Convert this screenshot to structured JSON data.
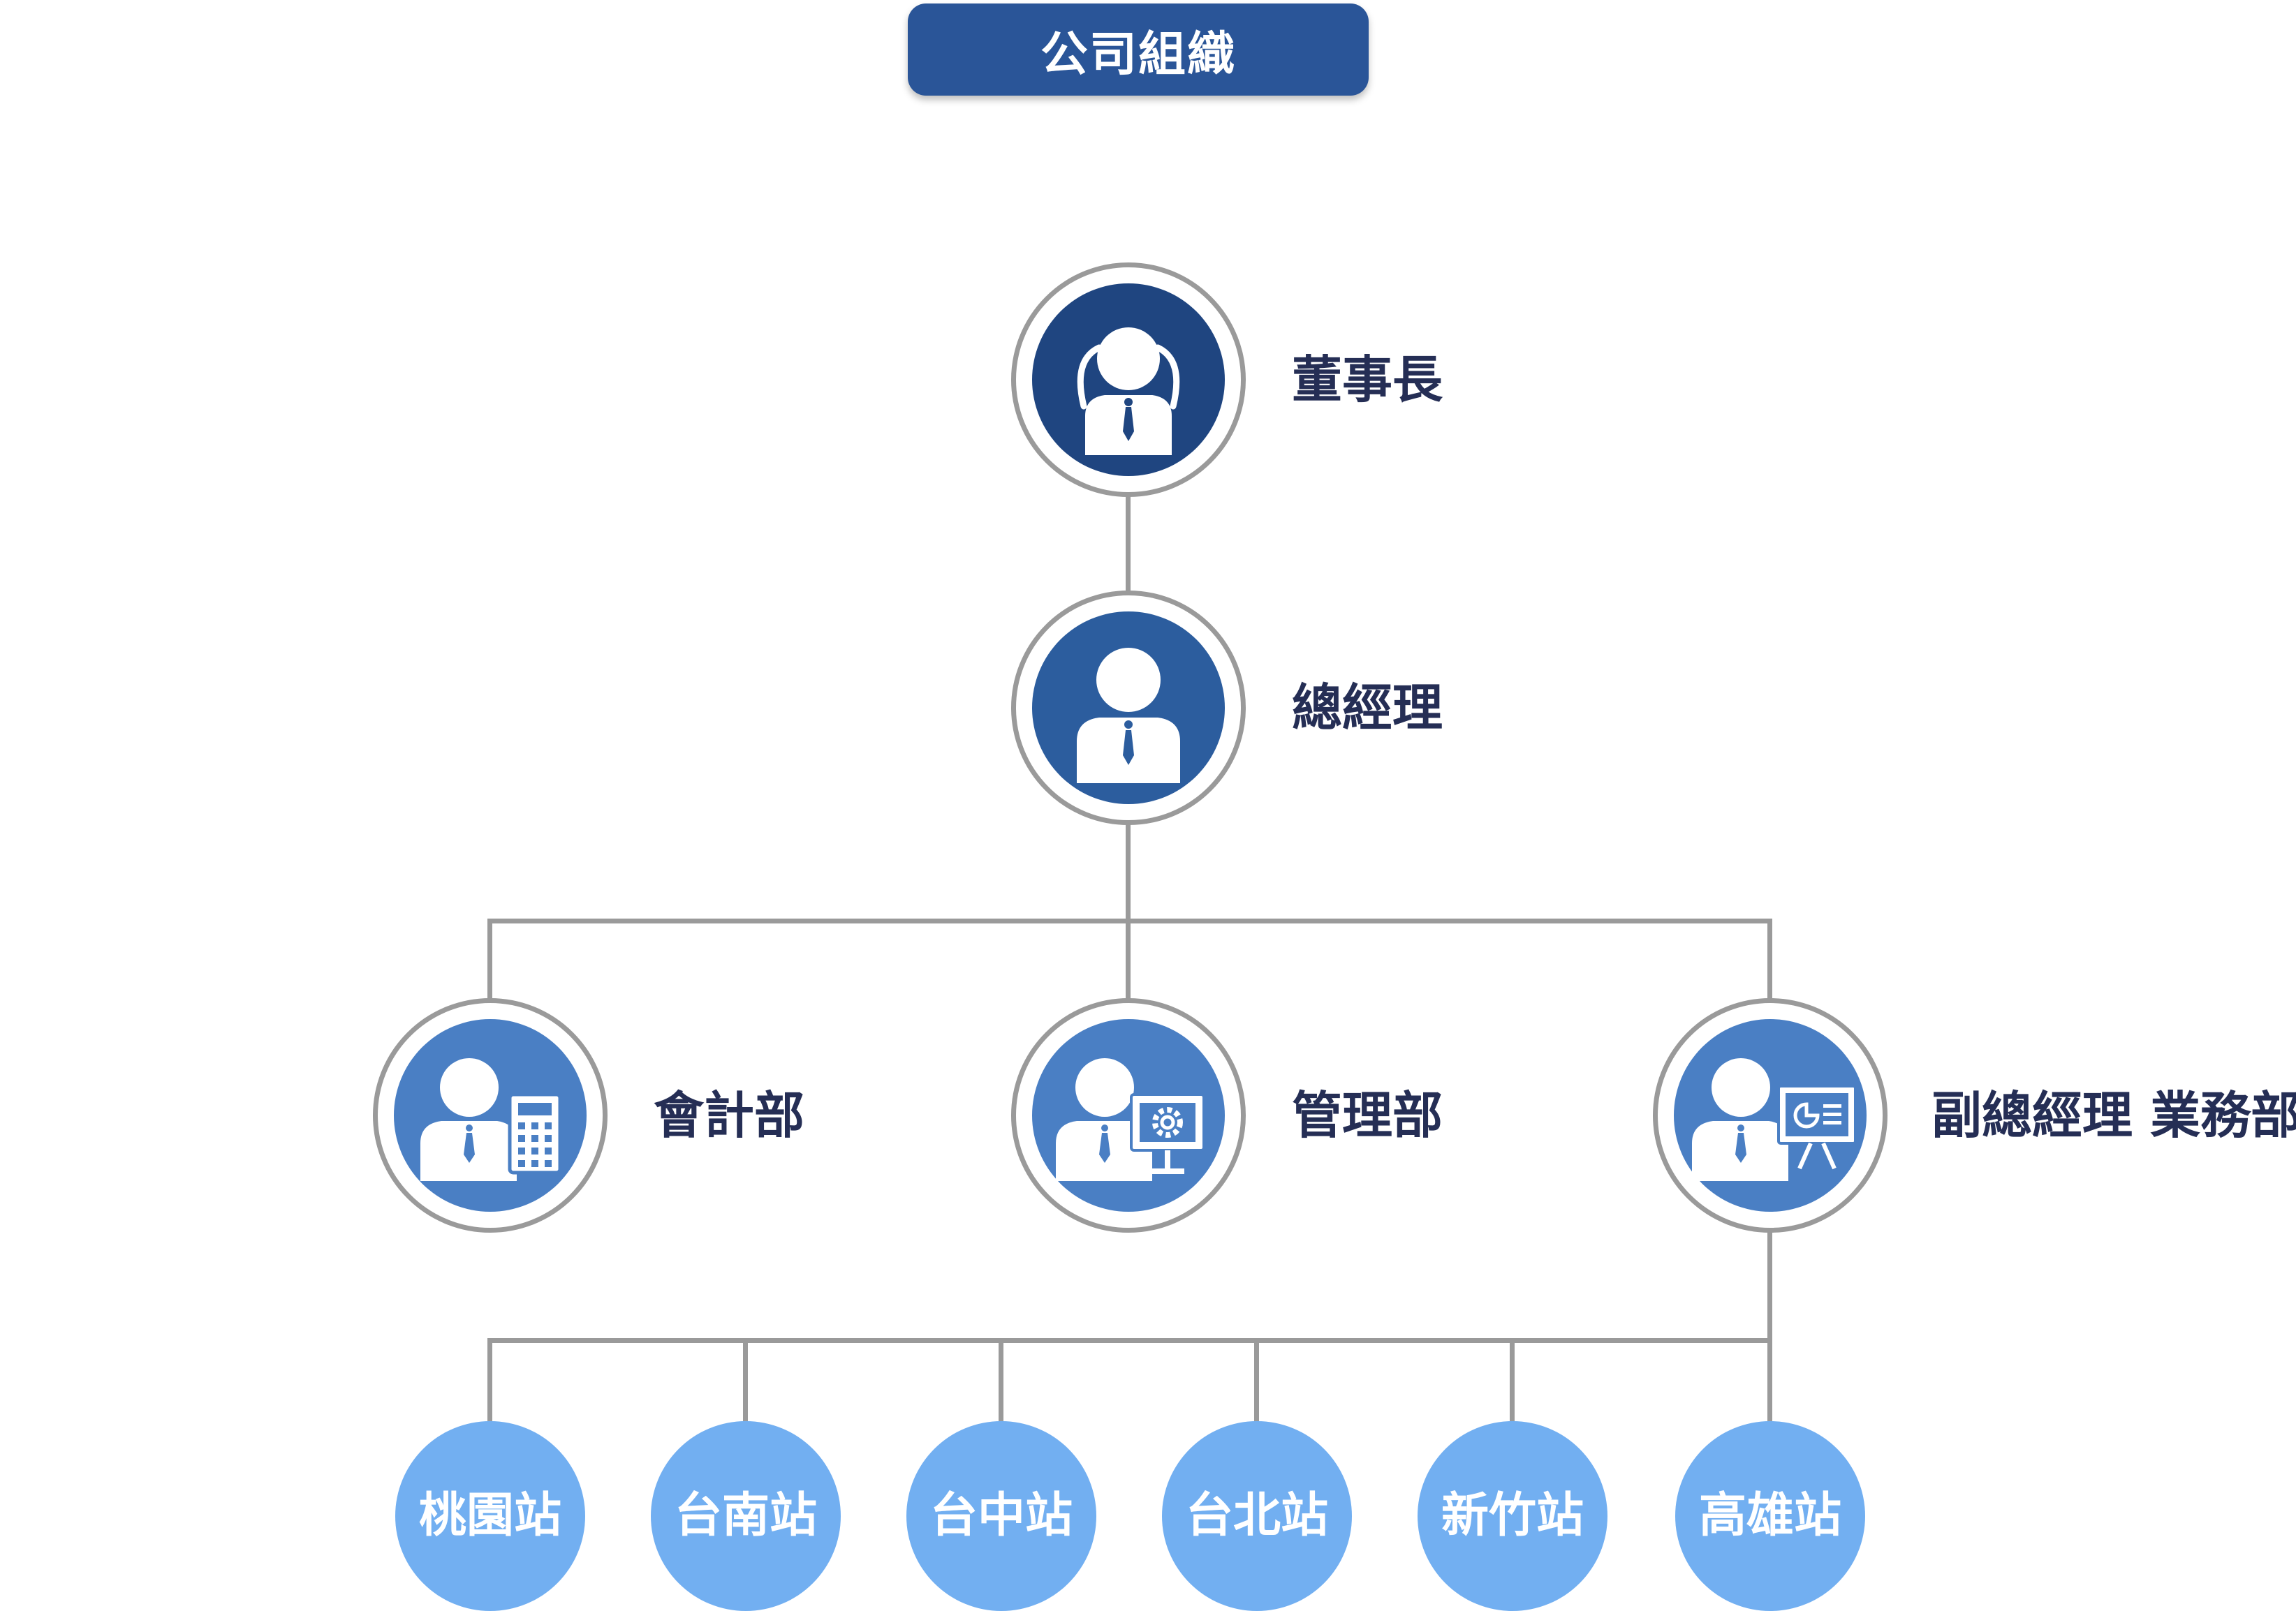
{
  "title": "公司組織",
  "nodes": {
    "chairman": {
      "label": "董事長",
      "icon": "chairman-person-icon",
      "color": "#1f4580"
    },
    "gm": {
      "label": "總經理",
      "icon": "person-icon",
      "color": "#2c5d9e"
    },
    "accounting": {
      "label": "會計部",
      "icon": "person-calculator-icon",
      "color": "#4a7fc4"
    },
    "management": {
      "label": "管理部",
      "icon": "person-computer-gear-icon",
      "color": "#4a7fc4"
    },
    "sales": {
      "label": "副總經理 業務部",
      "icon": "person-presentation-board-icon",
      "color": "#4a7fc4"
    }
  },
  "stations": [
    "桃園站",
    "台南站",
    "台中站",
    "台北站",
    "新竹站",
    "高雄站"
  ],
  "colors": {
    "title_bg": "#2a5598",
    "connector": "#9a9a9a",
    "label_text": "#252e55",
    "station_bg": "#72aff1"
  }
}
